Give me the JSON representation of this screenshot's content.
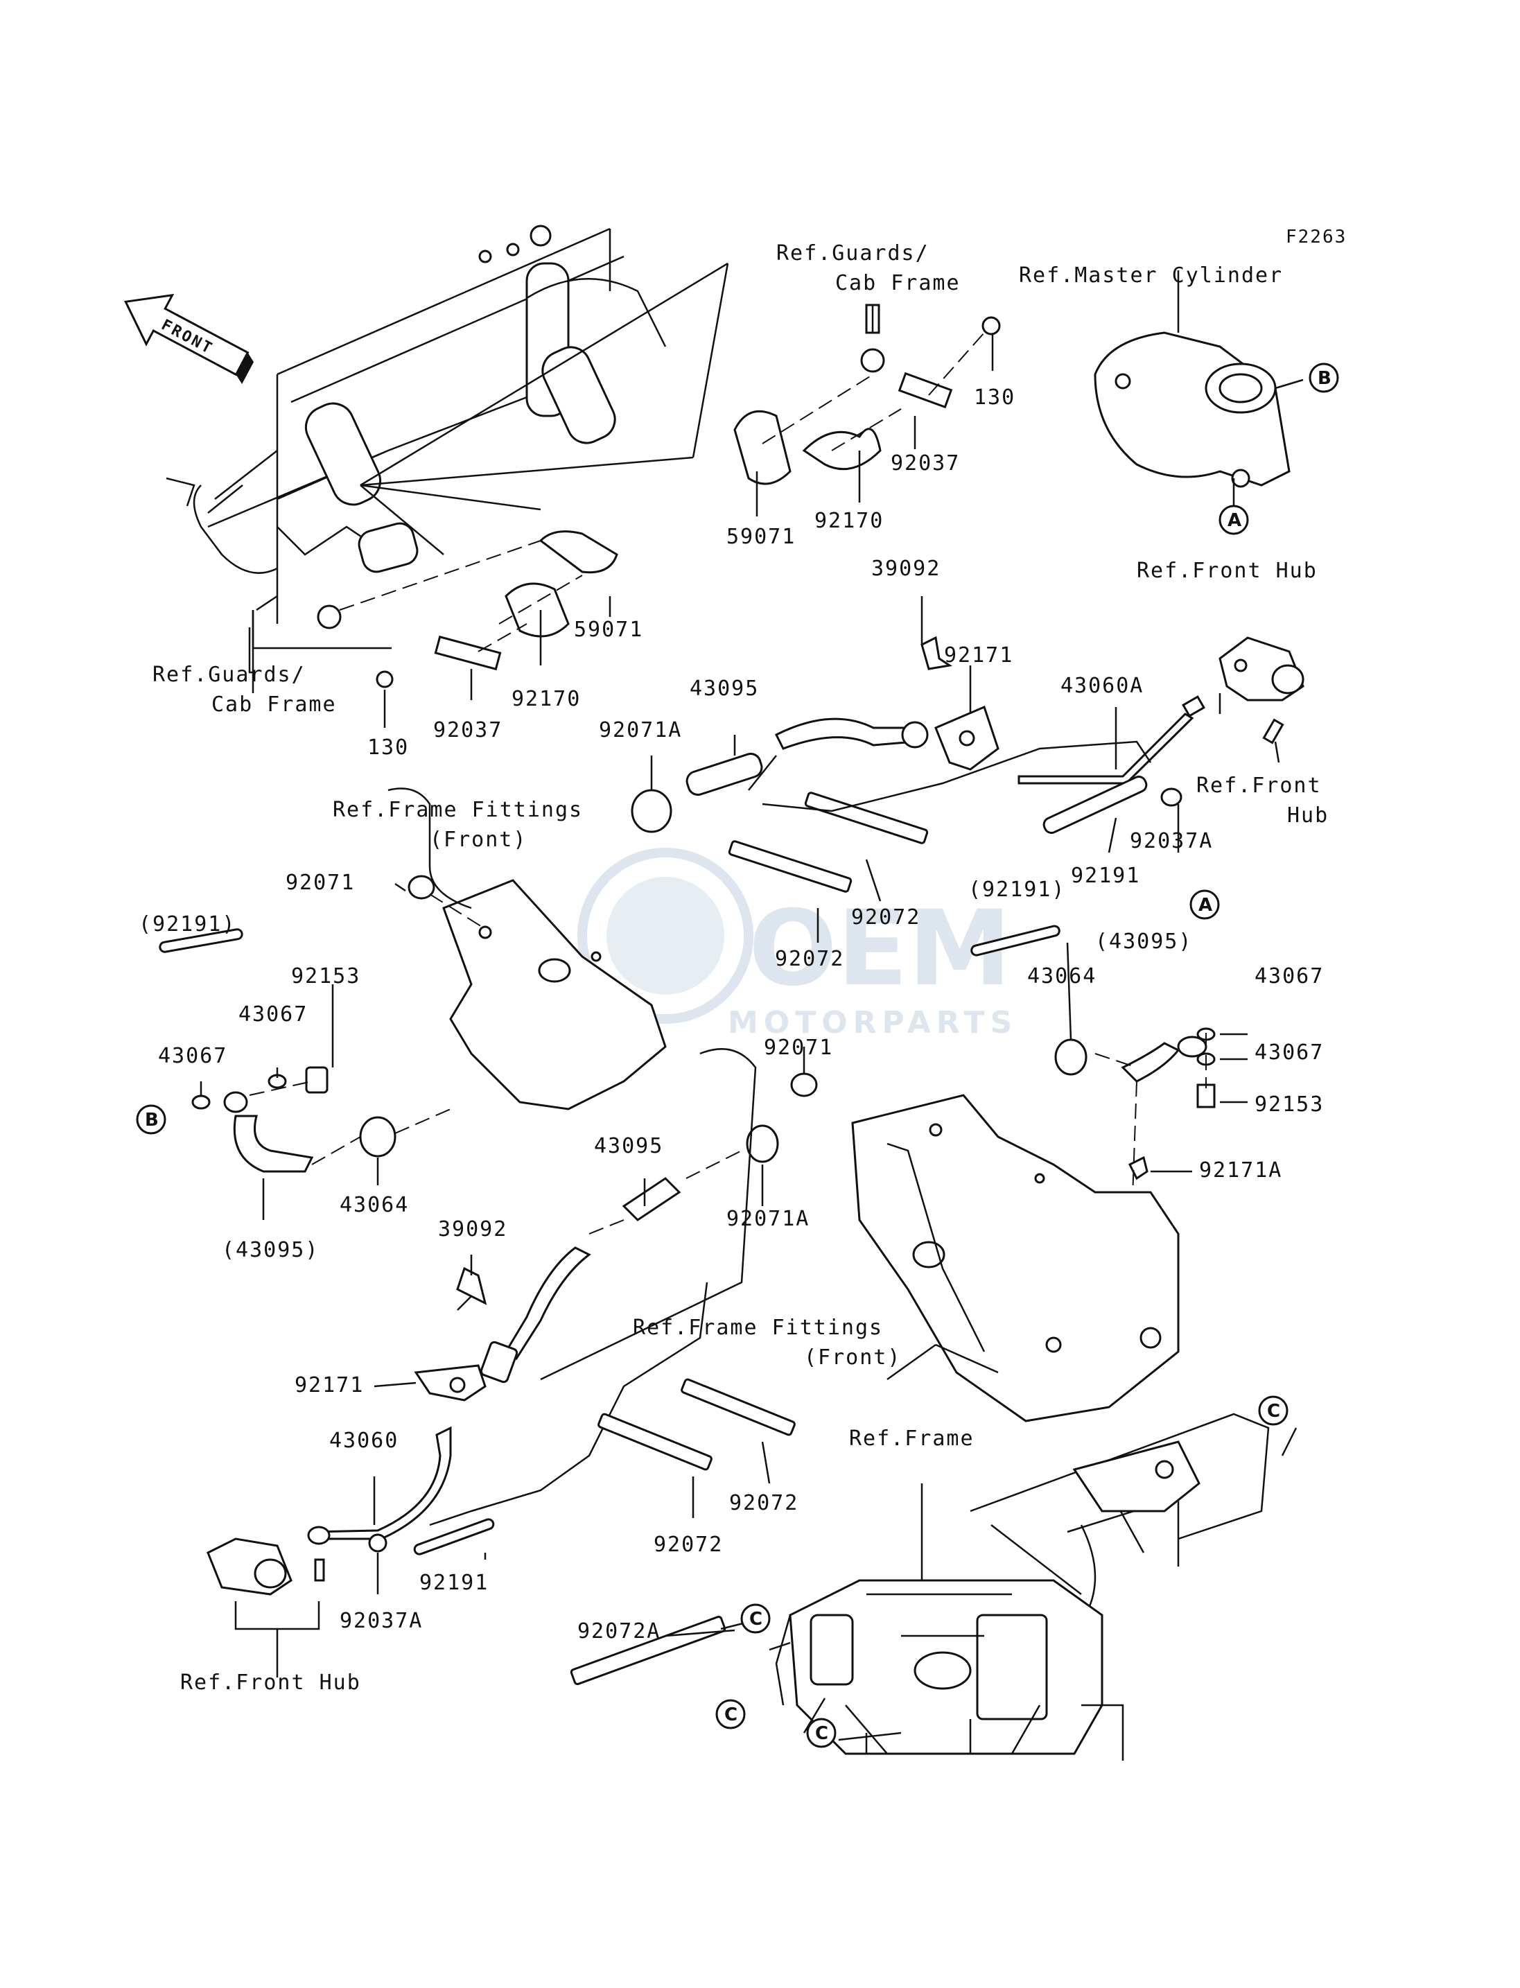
{
  "figure_code": "F2263",
  "watermark": {
    "brand": "OEM",
    "sub": "MOTORPARTS",
    "color": "#dde6ee"
  },
  "front_arrow": "FRONT",
  "refs": {
    "guards_cab_top_1": "Ref.Guards/",
    "guards_cab_top_2": "Cab Frame",
    "guards_cab_left_1": "Ref.Guards/",
    "guards_cab_left_2": "Cab Frame",
    "master_cylinder": "Ref.Master Cylinder",
    "front_hub_top": "Ref.Front Hub",
    "front_hub_right_1": "Ref.Front",
    "front_hub_right_2": "Hub",
    "frame_fittings_top_1": "Ref.Frame Fittings",
    "frame_fittings_top_2": "(Front)",
    "frame_fittings_bottom_1": "Ref.Frame Fittings",
    "frame_fittings_bottom_2": "(Front)",
    "frame": "Ref.Frame",
    "front_hub_bottom": "Ref.Front Hub"
  },
  "circles": {
    "a": "A",
    "b": "B",
    "c": "C"
  },
  "parts": {
    "p130_top": "130",
    "p92037_top": "92037",
    "p92170_top": "92170",
    "p59071_top": "59071",
    "p39092_top": "39092",
    "p92171_top": "92171",
    "p43060A": "43060A",
    "p92037A_right": "92037A",
    "p92191_right": "92191",
    "p43095_mid": "43095",
    "p92071A_mid": "92071A",
    "p92072_mid1": "92072",
    "p92072_mid2": "92072",
    "p59071_left": "59071",
    "p92170_left": "92170",
    "p92037_left": "92037",
    "p130_left": "130",
    "p92071_left": "92071",
    "p92191_paren_left": "(92191)",
    "p92153_left": "92153",
    "p43067_left1": "43067",
    "p43067_left2": "43067",
    "p43064_left": "43064",
    "p43095_paren_left": "(43095)",
    "p92191_paren_right": "(92191)",
    "p43095_paren_right": "(43095)",
    "p43064_right": "43064",
    "p43067_right1": "43067",
    "p43067_right2": "43067",
    "p92153_right": "92153",
    "p92171A": "92171A",
    "p92071_center": "92071",
    "p43095_lower": "43095",
    "p92071A_lower": "92071A",
    "p39092_lower": "39092",
    "p92171_lower": "92171",
    "p43060": "43060",
    "p92191_lower": "92191",
    "p92037A_lower": "92037A",
    "p92072_lower1": "92072",
    "p92072_lower2": "92072",
    "p92072A": "92072A"
  }
}
